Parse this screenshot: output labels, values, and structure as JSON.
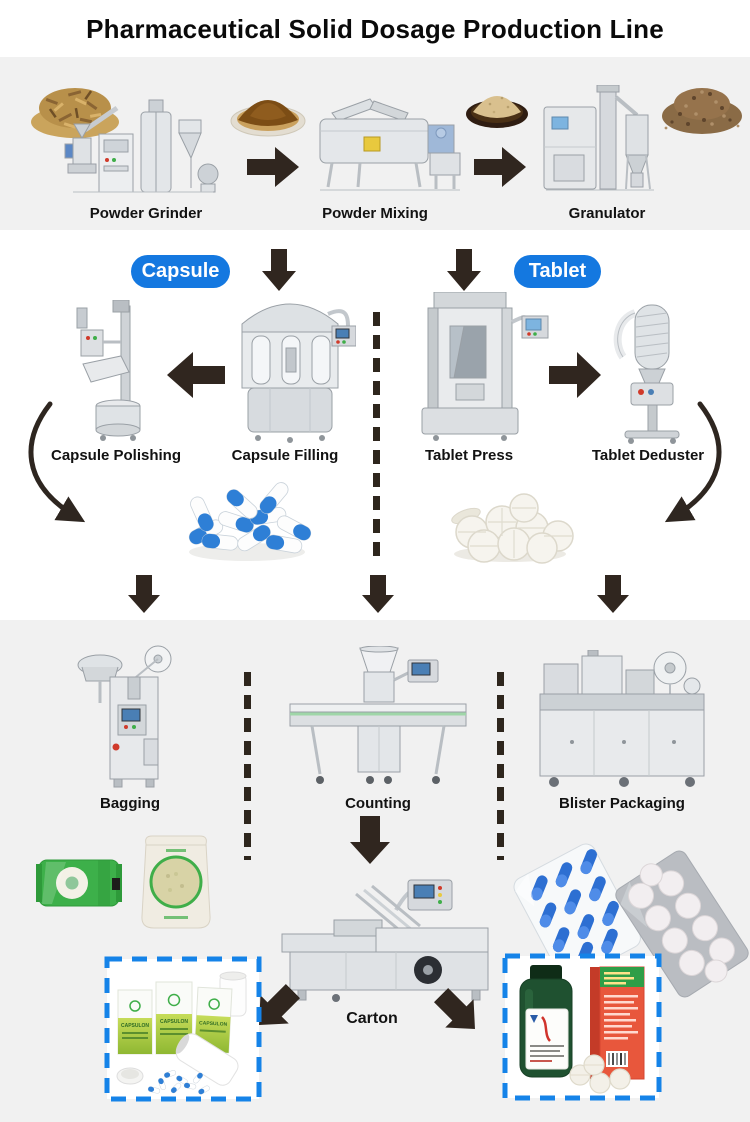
{
  "title": "Pharmaceutical Solid Dosage Production Line",
  "colors": {
    "section_bg": "#f1f1f1",
    "arrow": "#30261f",
    "badge_blue": "#1478e0",
    "dashed_box_blue": "#1583e8"
  },
  "grinding_section": {
    "stages": [
      {
        "label": "Powder Grinder"
      },
      {
        "label": "Powder Mixing"
      },
      {
        "label": "Granulator"
      }
    ]
  },
  "capsule_branch": {
    "badge": "Capsule",
    "machines": [
      {
        "label": "Capsule Polishing"
      },
      {
        "label": "Capsule Filling"
      }
    ]
  },
  "tablet_branch": {
    "badge": "Tablet",
    "machines": [
      {
        "label": "Tablet Press"
      },
      {
        "label": "Tablet Deduster"
      }
    ]
  },
  "packaging_section": {
    "machines": [
      {
        "label": "Bagging"
      },
      {
        "label": "Counting"
      },
      {
        "label": "Blister Packaging"
      }
    ],
    "carton_label": "Carton"
  },
  "products": {
    "capsulon_brand": "CAPSULON"
  }
}
